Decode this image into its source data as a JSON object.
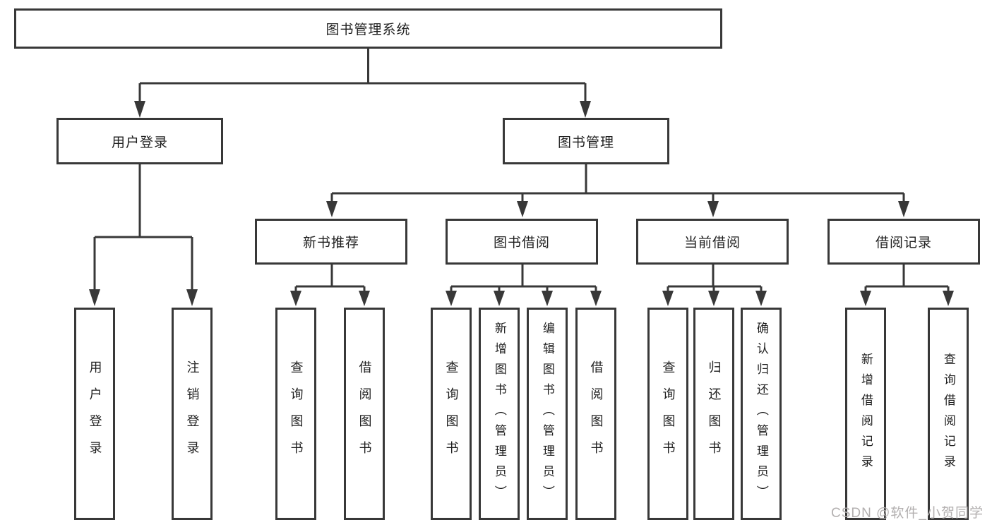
{
  "tree": {
    "label": "图书管理系统",
    "children": [
      {
        "label": "用户登录",
        "children": [
          {
            "label": "用户登录"
          },
          {
            "label": "注销登录"
          }
        ]
      },
      {
        "label": "图书管理",
        "children": [
          {
            "label": "新书推荐",
            "children": [
              {
                "label": "查询图书"
              },
              {
                "label": "借阅图书"
              }
            ]
          },
          {
            "label": "图书借阅",
            "children": [
              {
                "label": "查询图书"
              },
              {
                "label": "新增图书（管理员）"
              },
              {
                "label": "编辑图书（管理员）"
              },
              {
                "label": "借阅图书"
              }
            ]
          },
          {
            "label": "当前借阅",
            "children": [
              {
                "label": "查询图书"
              },
              {
                "label": "归还图书"
              },
              {
                "label": "确认归还（管理员）"
              }
            ]
          },
          {
            "label": "借阅记录",
            "children": [
              {
                "label": "新增借阅记录"
              },
              {
                "label": "查询借阅记录"
              }
            ]
          }
        ]
      }
    ]
  },
  "watermark": {
    "text": "CSDN @软件_小贺同学"
  },
  "colors": {
    "line": "#383838",
    "box_border": "#383838",
    "box_fill": "#ffffff",
    "text": "#1f1f1f",
    "watermark": "#b3b0b0",
    "background": "#ffffff"
  }
}
